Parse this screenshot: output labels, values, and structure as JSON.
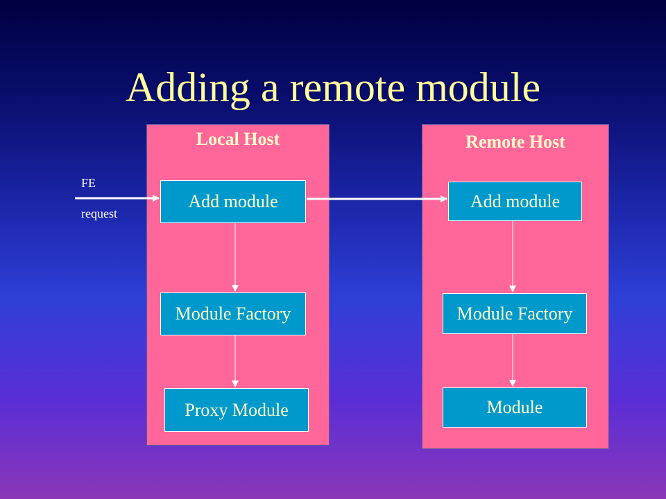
{
  "title": "Adding a remote module",
  "request": {
    "line1": "FE",
    "line2": "request"
  },
  "local_host": {
    "label": "Local Host",
    "boxes": [
      "Add module",
      "Module Factory",
      "Proxy Module"
    ]
  },
  "remote_host": {
    "label": "Remote Host",
    "boxes": [
      "Add module",
      "Module Factory",
      "Module"
    ]
  },
  "colors": {
    "title": "#ffff99",
    "host_fill": "#ff6699",
    "box_fill": "#0099cc",
    "text": "#ffffcc"
  }
}
